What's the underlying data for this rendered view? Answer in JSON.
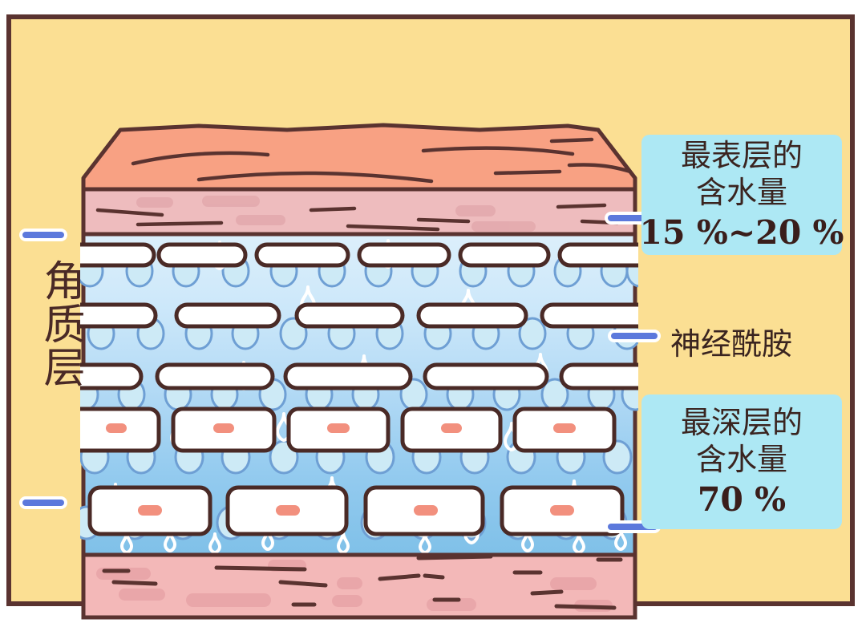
{
  "figure": {
    "title_alt": "皮肤角质层含水量示意图",
    "background_color": "#FBDF93",
    "border_color": "#5A3330"
  },
  "left_label": {
    "text": "角质层",
    "orientation": "vertical"
  },
  "callouts": [
    {
      "id": "surface-water",
      "type": "box",
      "box_color": "#ADE8F4",
      "lines": [
        "最表层的",
        "含水量"
      ],
      "value": "15 %~20 %"
    },
    {
      "id": "ceramide",
      "type": "plain",
      "lines": [
        "神经酰胺"
      ],
      "value": ""
    },
    {
      "id": "deep-water",
      "type": "box",
      "box_color": "#ADE8F4",
      "lines": [
        "最深层的",
        "含水量"
      ],
      "value": "70 %"
    }
  ],
  "connector": {
    "color": "#5C79DC",
    "halo": "#FFFFFF",
    "count": 5
  },
  "diagram": {
    "layers": [
      {
        "name": "skin-surface-top",
        "color": "#F8A183",
        "note": "顶面(斜切) 表皮最外层"
      },
      {
        "name": "epidermis-pink",
        "color": "#EEBCBE",
        "note": "上层粉色真皮样带"
      },
      {
        "name": "stratum-corneum",
        "color_top": "#DCEFFB",
        "color_bottom": "#7FC0E8",
        "note": "角质层 水分梯度"
      },
      {
        "name": "dermis-pink-bottom",
        "color": "#F3B8B8",
        "note": "下层粉色带"
      }
    ],
    "elements": {
      "corneocyte_fill": "#FFFFFF",
      "corneocyte_stroke": "#4A2A26",
      "nucleus_color": "#F2907E",
      "water_circle_stroke": "#6E9FD4",
      "water_circle_fill": "#CDEAF6",
      "droplet_color": "#FFFFFF"
    },
    "cell_rows": [
      {
        "row": 1,
        "height": 16,
        "cells": 7,
        "has_nucleus": false
      },
      {
        "row": 2,
        "height": 16,
        "cells": 6,
        "has_nucleus": false
      },
      {
        "row": 3,
        "height": 18,
        "cells": 6,
        "has_nucleus": false
      },
      {
        "row": 4,
        "height": 44,
        "cells": 5,
        "has_nucleus": true
      },
      {
        "row": 5,
        "height": 54,
        "cells": 4,
        "has_nucleus": true
      },
      {
        "row": 6,
        "height": 62,
        "cells": 4,
        "has_nucleus": true
      }
    ]
  }
}
